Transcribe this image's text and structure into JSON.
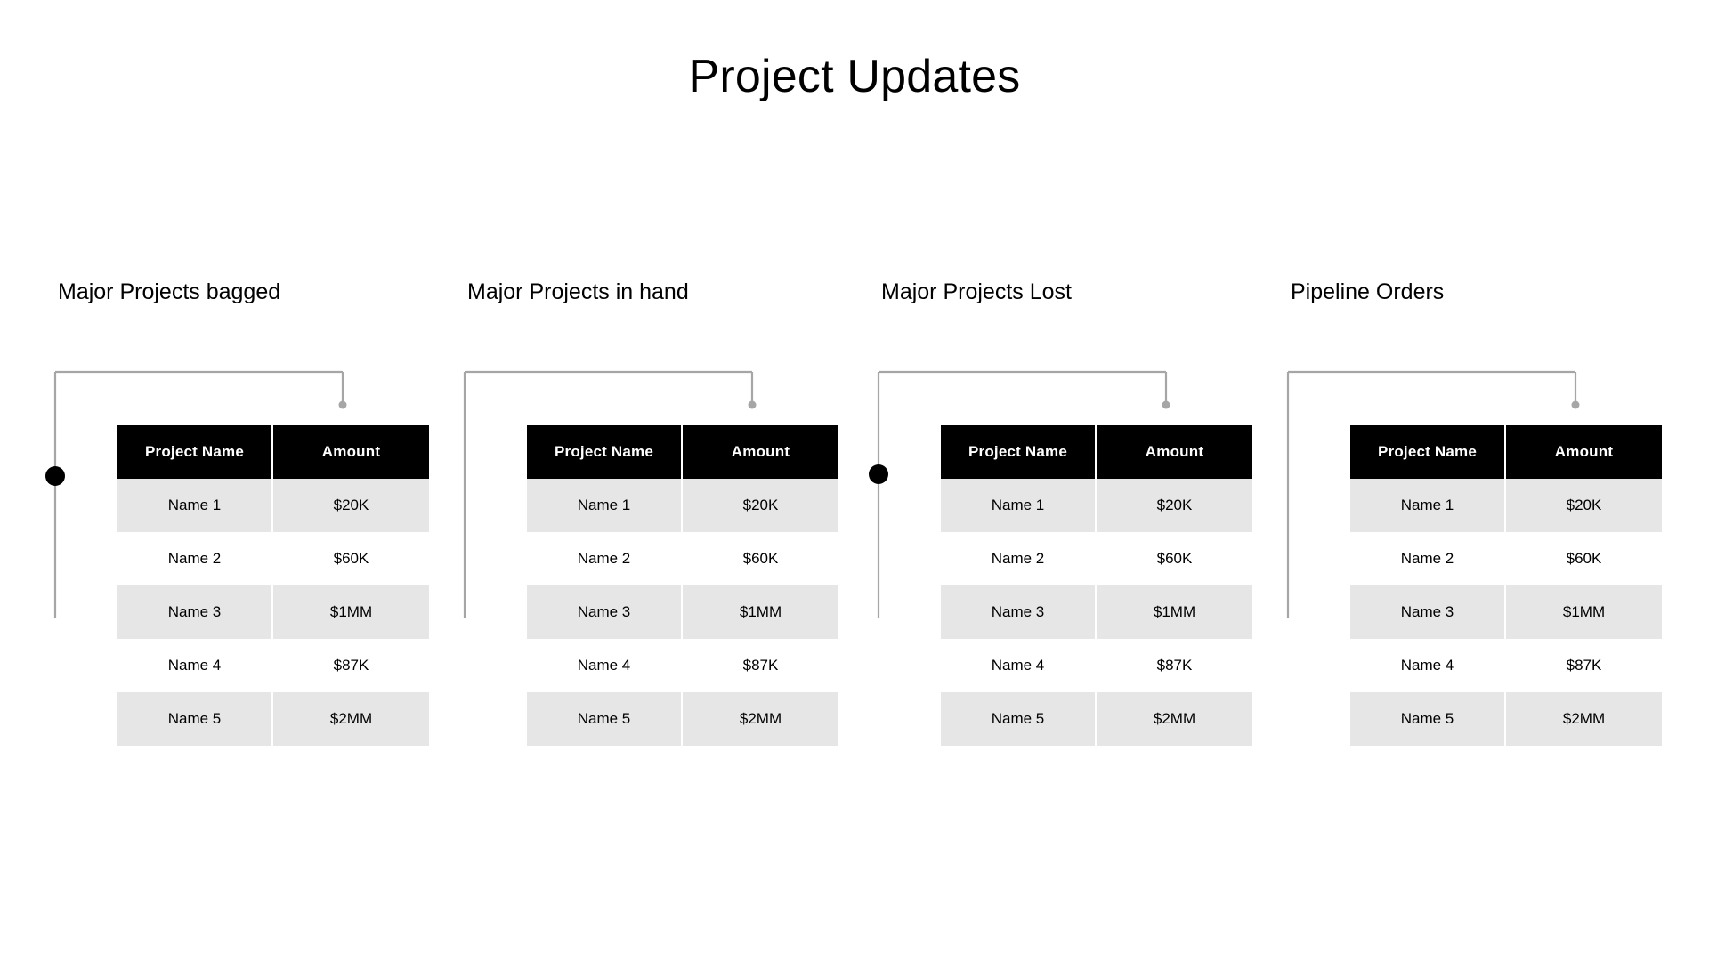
{
  "slide": {
    "title": "Project Updates",
    "background_color": "#ffffff"
  },
  "theme": {
    "header_bg": "#000000",
    "header_text": "#ffffff",
    "row_shaded_bg": "#e6e6e6",
    "row_plain_bg": "#ffffff",
    "body_text": "#000000",
    "connector_line": "#a6a6a6",
    "connector_start_dot": "#000000",
    "connector_end_dot": "#a6a6a6"
  },
  "table_columns": [
    "Project Name",
    "Amount"
  ],
  "groups": [
    {
      "heading": "Major Projects bagged",
      "rows": [
        {
          "name": "Name 1",
          "amount": "$20K"
        },
        {
          "name": "Name 2",
          "amount": "$60K"
        },
        {
          "name": "Name 3",
          "amount": "$1MM"
        },
        {
          "name": "Name 4",
          "amount": "$87K"
        },
        {
          "name": "Name 5",
          "amount": "$2MM"
        }
      ]
    },
    {
      "heading": "Major Projects in hand",
      "rows": [
        {
          "name": "Name 1",
          "amount": "$20K"
        },
        {
          "name": "Name 2",
          "amount": "$60K"
        },
        {
          "name": "Name 3",
          "amount": "$1MM"
        },
        {
          "name": "Name 4",
          "amount": "$87K"
        },
        {
          "name": "Name 5",
          "amount": "$2MM"
        }
      ]
    },
    {
      "heading": "Major Projects Lost",
      "rows": [
        {
          "name": "Name 1",
          "amount": "$20K"
        },
        {
          "name": "Name 2",
          "amount": "$60K"
        },
        {
          "name": "Name 3",
          "amount": "$1MM"
        },
        {
          "name": "Name 4",
          "amount": "$87K"
        },
        {
          "name": "Name 5",
          "amount": "$2MM"
        }
      ]
    },
    {
      "heading": "Pipeline Orders",
      "rows": [
        {
          "name": "Name 1",
          "amount": "$20K"
        },
        {
          "name": "Name 2",
          "amount": "$60K"
        },
        {
          "name": "Name 3",
          "amount": "$1MM"
        },
        {
          "name": "Name 4",
          "amount": "$87K"
        },
        {
          "name": "Name 5",
          "amount": "$2MM"
        }
      ]
    }
  ]
}
